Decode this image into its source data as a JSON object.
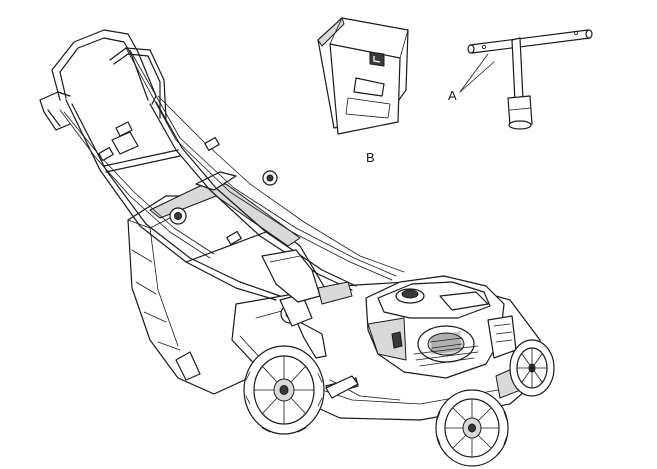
{
  "diagram": {
    "labels": {
      "a": "A",
      "b": "B"
    },
    "parts": [
      {
        "id": "lawn-mower",
        "kind": "illustration"
      },
      {
        "id": "mulch-plug",
        "kind": "illustration",
        "label_ref": "b"
      },
      {
        "id": "spark-plug-wrench",
        "kind": "illustration",
        "label_ref": "a"
      }
    ]
  }
}
